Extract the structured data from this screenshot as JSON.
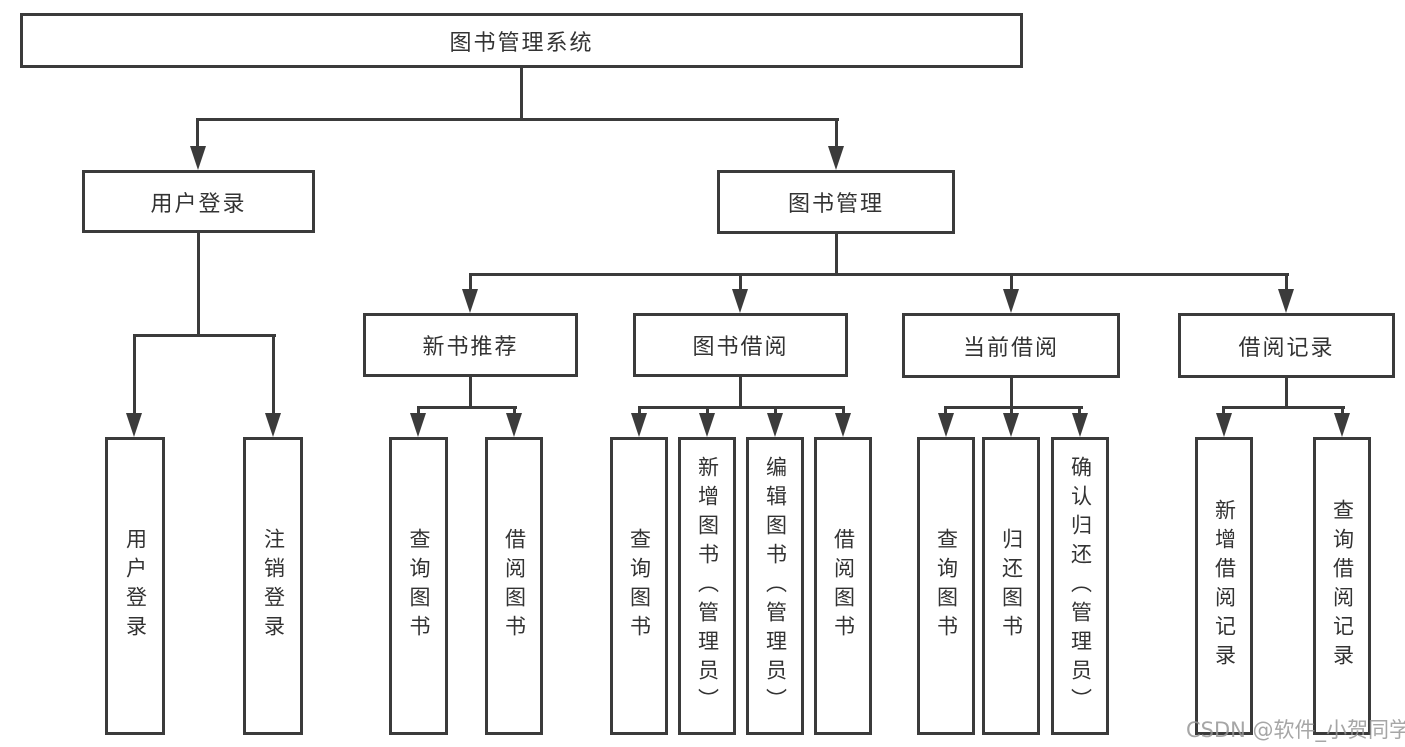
{
  "tree": {
    "label": "图书管理系统",
    "children": [
      {
        "label": "用户登录",
        "children": [
          {
            "label": "用户登录"
          },
          {
            "label": "注销登录"
          }
        ]
      },
      {
        "label": "图书管理",
        "children": [
          {
            "label": "新书推荐",
            "children": [
              {
                "label": "查询图书"
              },
              {
                "label": "借阅图书"
              }
            ]
          },
          {
            "label": "图书借阅",
            "children": [
              {
                "label": "查询图书"
              },
              {
                "label": "新增图书（管理员）"
              },
              {
                "label": "编辑图书（管理员）"
              },
              {
                "label": "借阅图书"
              }
            ]
          },
          {
            "label": "当前借阅",
            "children": [
              {
                "label": "查询图书"
              },
              {
                "label": "归还图书"
              },
              {
                "label": "确认归还（管理员）"
              }
            ]
          },
          {
            "label": "借阅记录",
            "children": [
              {
                "label": "新增借阅记录"
              },
              {
                "label": "查询借阅记录"
              }
            ]
          }
        ]
      }
    ]
  },
  "watermark": {
    "text": "CSDN @软件_小贺同学"
  },
  "colors": {
    "line": "#3b3b3b",
    "text": "#333333",
    "background": "#ffffff",
    "watermark": "#969696"
  }
}
